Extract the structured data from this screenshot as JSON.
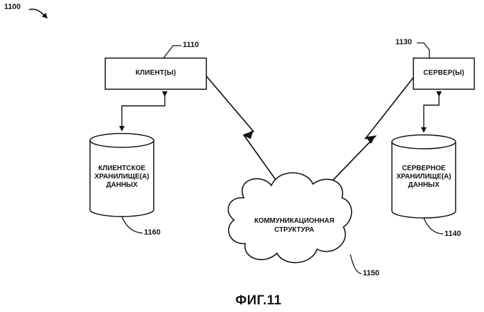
{
  "figure_ref": "1100",
  "caption": "ФИГ.11",
  "nodes": {
    "client": {
      "ref": "1110",
      "label": "КЛИЕНТ(Ы)"
    },
    "server": {
      "ref": "1130",
      "label": "СЕРВЕР(Ы)"
    },
    "client_store": {
      "ref": "1160",
      "lines": [
        "КЛИЕНТСКОЕ",
        "ХРАНИЛИЩЕ(А)",
        "ДАННЫХ"
      ]
    },
    "server_store": {
      "ref": "1140",
      "lines": [
        "СЕРВЕРНОЕ",
        "ХРАНИЛИЩЕ(А)",
        "ДАННЫХ"
      ]
    },
    "framework": {
      "ref": "1150",
      "lines": [
        "КОММУНИКАЦИОННАЯ",
        "СТРУКТУРА"
      ]
    }
  }
}
